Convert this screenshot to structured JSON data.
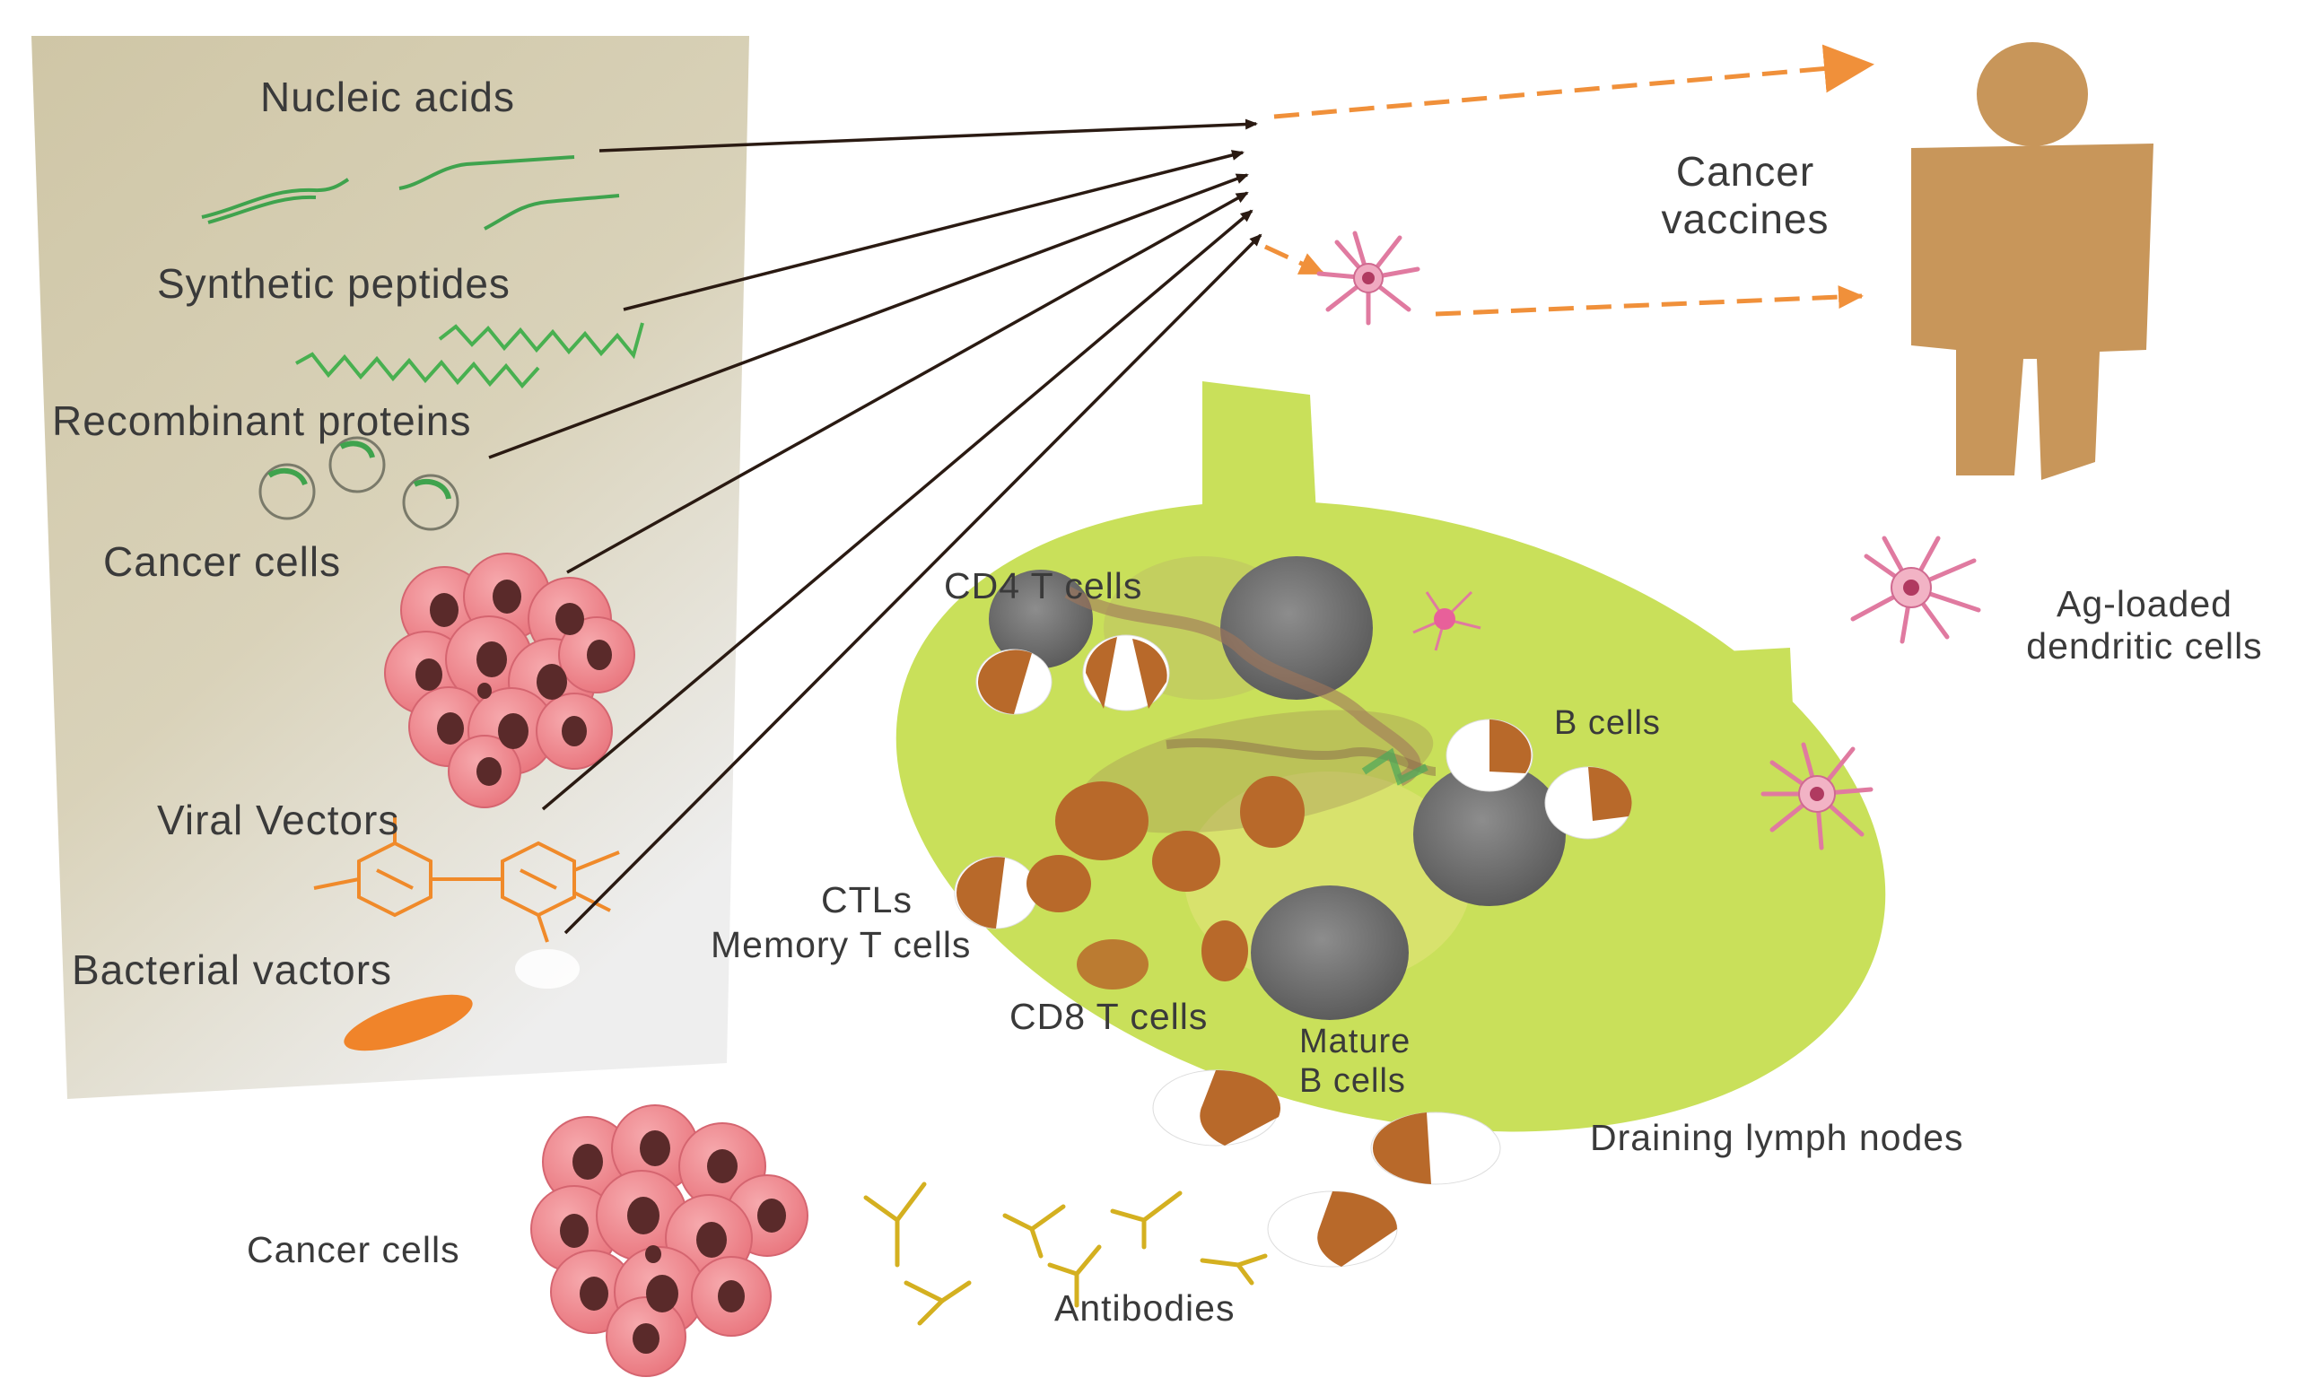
{
  "sources": {
    "nucleic_acids": "Nucleic acids",
    "synthetic_peptides": "Synthetic peptides",
    "recombinant_proteins": "Recombinant proteins",
    "cancer_cells": "Cancer cells",
    "viral_vectors": "Viral Vectors",
    "bacterial_vectors": "Bacterial vactors"
  },
  "outcome": {
    "vaccines_line1": "Cancer",
    "vaccines_line2": "vaccines"
  },
  "immune": {
    "cd4_t_cells": "CD4 T cells",
    "b_cells": "B cells",
    "ctls": "CTLs",
    "memory_t_cells": "Memory T cells",
    "cd8_t_cells": "CD8 T cells",
    "mature_b_cells_line1": "Mature",
    "mature_b_cells_line2": "B cells",
    "ag_loaded_line1": "Ag-loaded",
    "ag_loaded_line2": "dendritic cells",
    "draining_lymph_nodes": "Draining lymph nodes",
    "cancer_cells_bottom": "Cancer cells",
    "antibodies": "Antibodies"
  },
  "colors": {
    "panel": "#d8d0b4",
    "human": "#c8965a",
    "lymph_node": "#c9e05a",
    "tumor": "#f08c92",
    "tcell": "#b8692a",
    "dashed_arrow": "#f0903a",
    "dendritic": "#e07aa0",
    "antibody": "#d4b020"
  }
}
